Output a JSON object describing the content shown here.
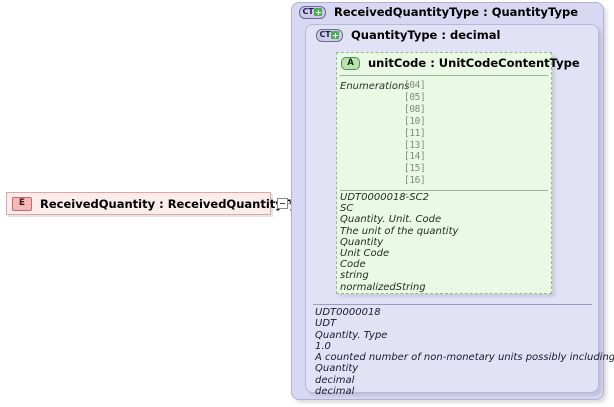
{
  "diagram": {
    "element_node": {
      "badge": "E",
      "label": "ReceivedQuantity : ReceivedQuantityType"
    },
    "collapse_toggle": {
      "state": "expanded",
      "glyph": "minus"
    },
    "outer_type": {
      "badge": "CT",
      "title": "ReceivedQuantityType : QuantityType"
    },
    "inner_type": {
      "badge": "CT",
      "title": "QuantityType : decimal"
    },
    "attribute": {
      "badge": "A",
      "title": "unitCode : UnitCodeContentType",
      "facet_label": "Enumerations",
      "enumerations": [
        "[04]",
        "[05]",
        "[08]",
        "[10]",
        "[11]",
        "[13]",
        "[14]",
        "[15]",
        "[16]",
        "..."
      ],
      "annotation": [
        "UDT0000018-SC2",
        "SC",
        "Quantity. Unit. Code",
        "The unit of the quantity",
        "Quantity",
        "Unit Code",
        "Code",
        "string",
        "normalizedString"
      ]
    },
    "outer_annotation": [
      "UDT0000018",
      "UDT",
      "Quantity. Type",
      "1.0",
      "A counted number of non-monetary units possibly including fractions.",
      "Quantity",
      "decimal",
      "decimal"
    ],
    "colors": {
      "outer_box_fill": "#d8d8f2",
      "inner_box_fill": "#e2e2f7",
      "attribute_box_fill": "#e9f9e4",
      "element_box_fill": "#fdecec",
      "element_badge_fill": "#f6b9b9",
      "attribute_badge_fill": "#b9e3b0",
      "plus_icon_fill": "#4fae4f",
      "canvas": "#ffffff"
    }
  }
}
